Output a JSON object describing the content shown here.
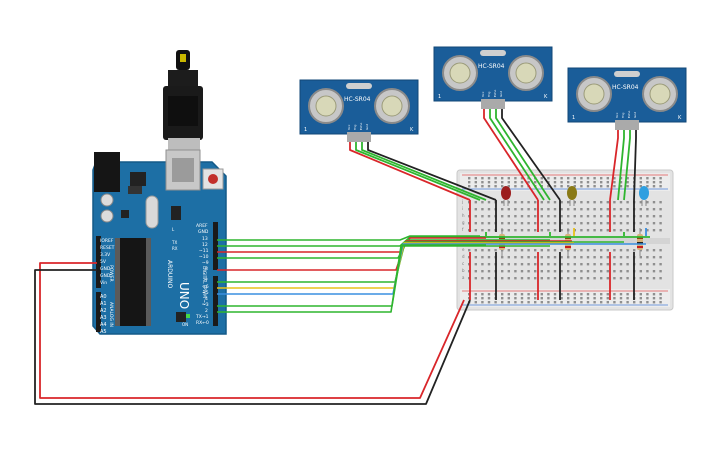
{
  "sensors": [
    {
      "label": "HC-SR04",
      "pins": [
        "Vcc",
        "Trig",
        "Echo",
        "Gnd"
      ],
      "pin1": "1",
      "pinK": "K"
    },
    {
      "label": "HC-SR04",
      "pins": [
        "Vcc",
        "Trig",
        "Echo",
        "Gnd"
      ],
      "pin1": "1",
      "pinK": "K"
    },
    {
      "label": "HC-SR04",
      "pins": [
        "Vcc",
        "Trig",
        "Echo",
        "Gnd"
      ],
      "pin1": "1",
      "pinK": "K"
    }
  ],
  "arduino": {
    "brand": "ARDUINO",
    "model": "UNO",
    "power_header": "POWER",
    "analog_header": "ANALOG IN",
    "digital_header": "DIGITAL (PWM ~)",
    "power_pins": [
      "IOREF",
      "RESET",
      "3.3V",
      "5V",
      "GND",
      "GND",
      "Vin"
    ],
    "analog_pins": [
      "A0",
      "A1",
      "A2",
      "A3",
      "A4",
      "A5"
    ],
    "digital_pins": [
      "AREF",
      "GND",
      "13",
      "12",
      "~11",
      "~10",
      "~9",
      "8",
      "7",
      "~6",
      "~5",
      "4",
      "~3",
      "2",
      "TX→1",
      "RX←0"
    ],
    "on_label": "ON",
    "tx_label": "TX",
    "rx_label": "RX",
    "l_label": "L"
  },
  "breadboard": {
    "row_letters_top": [
      "j",
      "i",
      "h",
      "g",
      "f"
    ],
    "row_letters_bottom": [
      "e",
      "d",
      "c",
      "b",
      "a"
    ]
  },
  "leds": [
    {
      "color": "red",
      "hex": "#9c1e1e"
    },
    {
      "color": "yellow",
      "hex": "#8a7a16"
    },
    {
      "color": "blue",
      "hex": "#2e9fe0"
    }
  ],
  "colors": {
    "board_blue": "#1d6fa5",
    "sensor_blue": "#1a5d99",
    "wire_red": "#d9262a",
    "wire_green": "#2fb52f",
    "wire_black": "#222222",
    "wire_yellow": "#e8c21a",
    "wire_blue": "#3a8fe0"
  }
}
